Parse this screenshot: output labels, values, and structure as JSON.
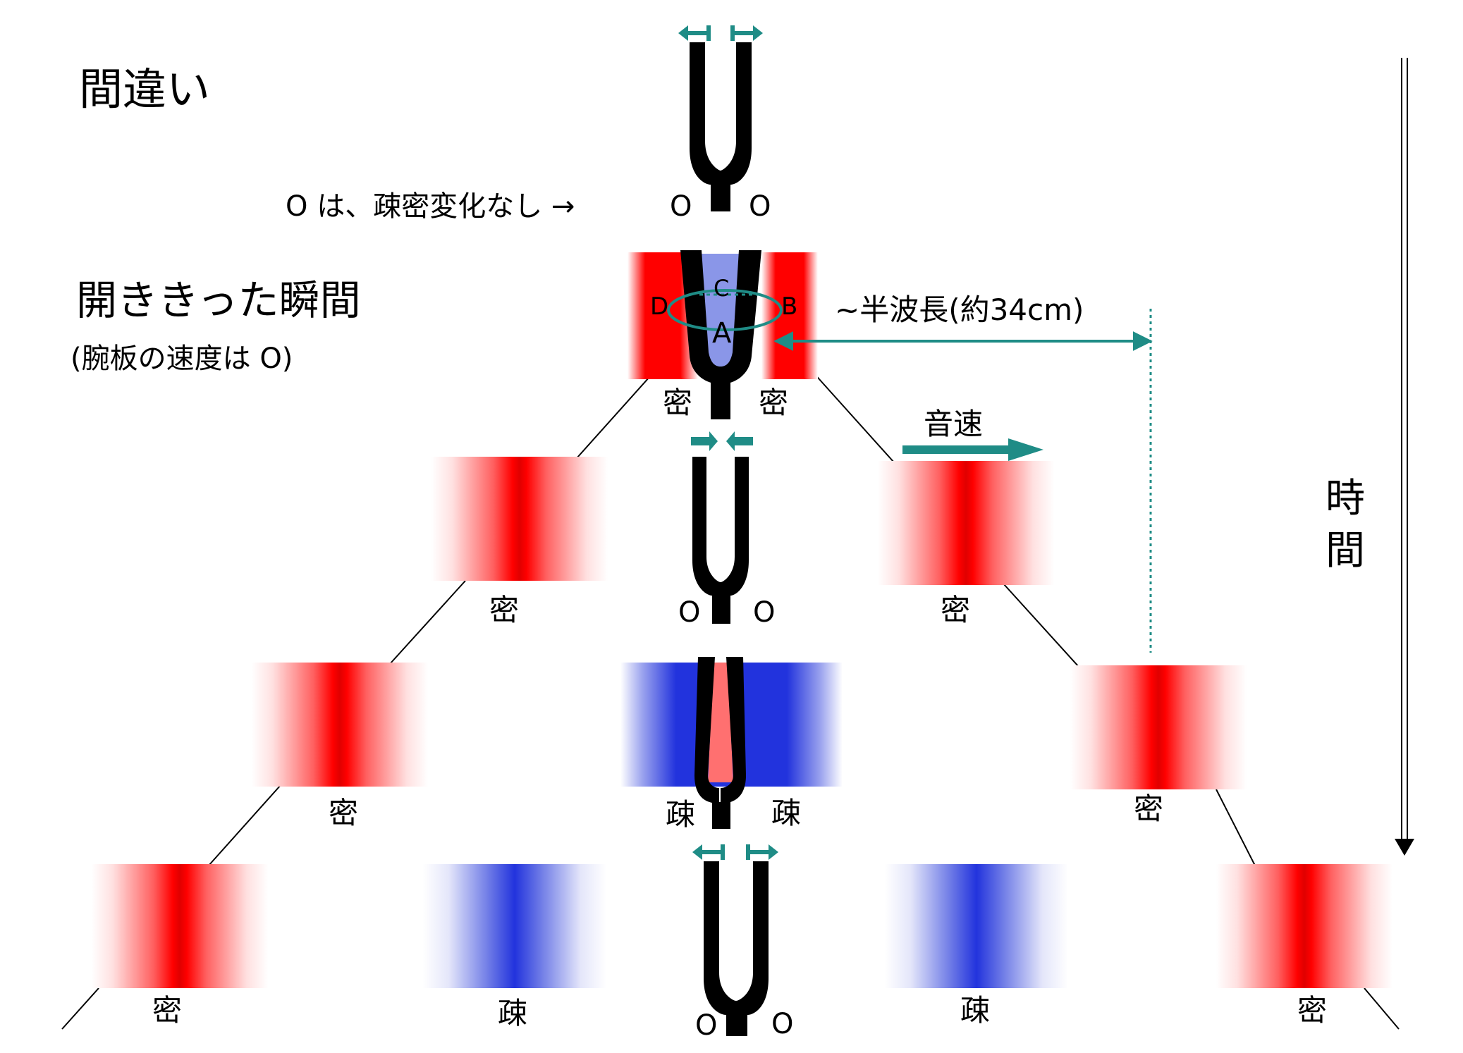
{
  "title": "間違い",
  "zero_note": "O は、疎密変化なし →",
  "zero_mark": "O",
  "open_moment": {
    "heading": "開ききった瞬間",
    "note": "(腕板の速度は O)"
  },
  "half_wavelength_label": "~半波長(約34cm)",
  "sound_speed_label": "音速",
  "time_axis_label": [
    "時",
    "間"
  ],
  "points": {
    "a": "A",
    "b": "B",
    "c": "C",
    "d": "D"
  },
  "dense_label": "密",
  "sparse_label": "疎",
  "colors": {
    "dense": "#ff0000",
    "sparse": "#2233dd",
    "arrow_teal": "#1f8c86",
    "prong": "#000000",
    "inner_blue": "#8a96e8",
    "inner_red": "#ff7070"
  },
  "icons": {
    "arrow_out": "double-outward-arrow-icon",
    "arrow_in": "double-inward-arrow-icon"
  }
}
